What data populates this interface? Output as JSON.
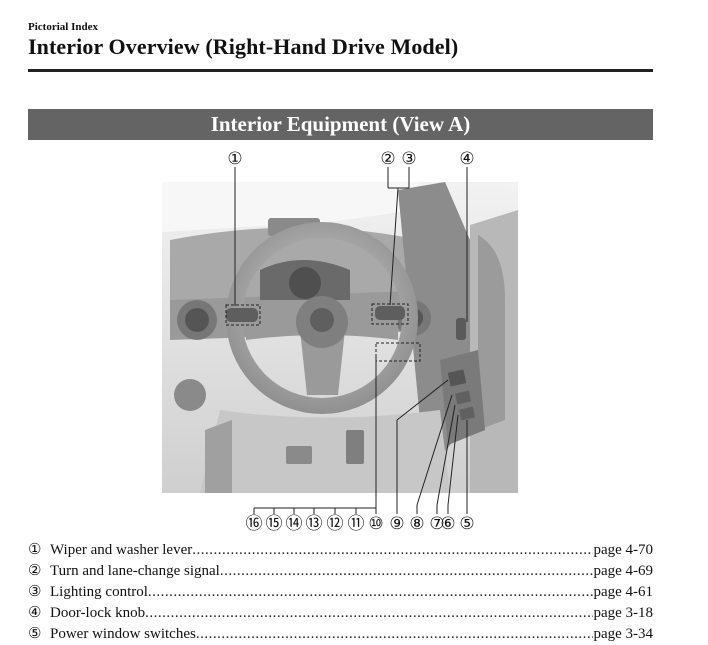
{
  "header": {
    "section": "Pictorial Index",
    "title": "Interior Overview (Right-Hand Drive Model)"
  },
  "banner": {
    "title": "Interior Equipment (View A)"
  },
  "callouts": {
    "c1": "①",
    "c2": "②",
    "c3": "③",
    "c4": "④",
    "c5": "⑤",
    "c6": "⑥",
    "c7": "⑦",
    "c8": "⑧",
    "c9": "⑨",
    "c10": "⑩",
    "c11": "⑪",
    "c12": "⑫",
    "c13": "⑬",
    "c14": "⑭",
    "c15": "⑮",
    "c16": "⑯"
  },
  "index": [
    {
      "num": "①",
      "label": "Wiper and washer lever",
      "page": "page 4-70"
    },
    {
      "num": "②",
      "label": "Turn and lane-change signal",
      "page": "page 4-69"
    },
    {
      "num": "③",
      "label": "Lighting control",
      "page": "page 4-61"
    },
    {
      "num": "④",
      "label": "Door-lock knob",
      "page": "page 3-18"
    },
    {
      "num": "⑤",
      "label": "Power window switches",
      "page": "page 3-34"
    }
  ]
}
